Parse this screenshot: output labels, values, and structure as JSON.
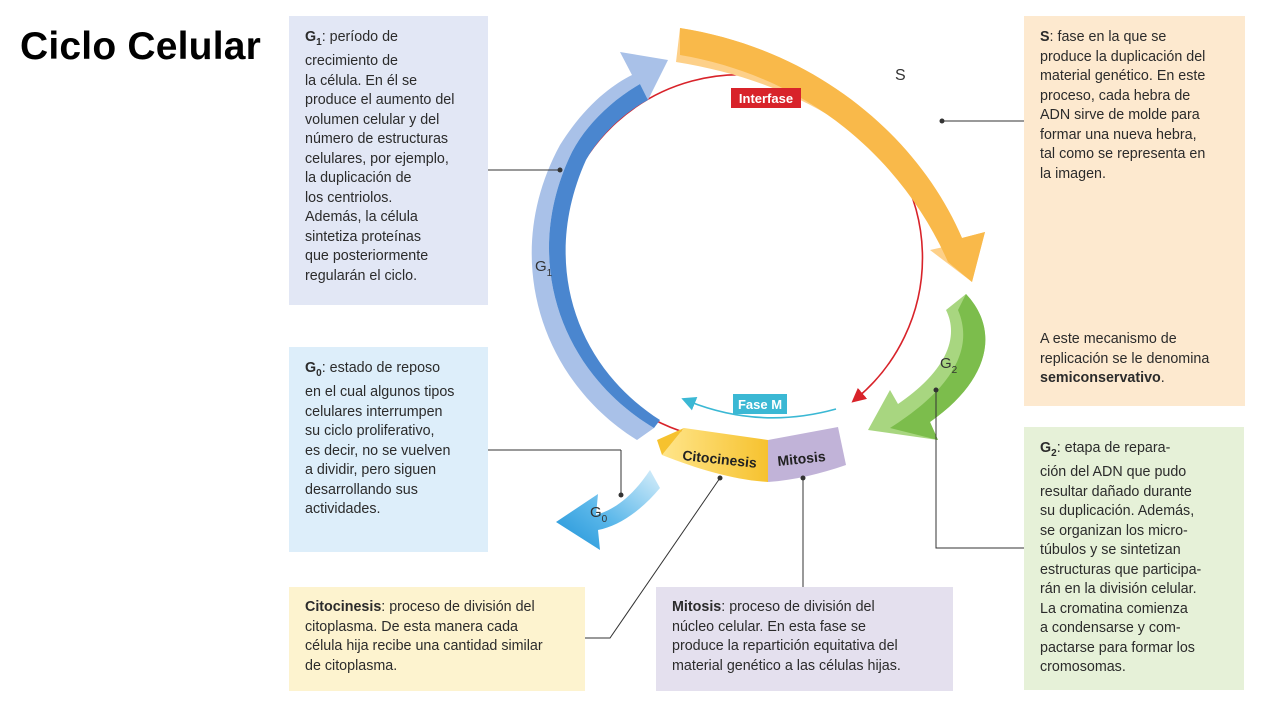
{
  "title": "Ciclo Celular",
  "diagram": {
    "interfase_label": "Interfase",
    "fase_m_label": "Fase M",
    "s_label": "S",
    "g1_label_main": "G",
    "g1_label_sub": "1",
    "g2_label_main": "G",
    "g2_label_sub": "2",
    "g0_label_main": "G",
    "g0_label_sub": "0",
    "citocinesis_label": "Citocinesis",
    "mitosis_label": "Mitosis",
    "colors": {
      "g1": "#8fb1e0",
      "s": "#fbbf57",
      "g2": "#8cc660",
      "g0": "#2d9fe0",
      "interfase": "#d8232a",
      "fase_m": "#3bb8d4",
      "citocinesis": "#f7c842",
      "mitosis": "#b9a7d0"
    }
  },
  "boxes": {
    "g1": {
      "term_main": "G",
      "term_sub": "1",
      "lines": [
        ": período de",
        "crecimiento de",
        "la célula. En él se",
        "produce el aumento del",
        "volumen celular y del",
        "número de estructuras",
        "celulares, por ejemplo,",
        "la duplicación de",
        "los centriolos.",
        "Además, la célula",
        "sintetiza proteínas",
        "que posteriormente",
        "regularán el ciclo."
      ]
    },
    "g0": {
      "term_main": "G",
      "term_sub": "0",
      "lines": [
        ": estado de reposo",
        "en el cual algunos tipos",
        "celulares interrumpen",
        "su ciclo proliferativo,",
        "es decir, no se vuelven",
        "a dividir, pero siguen",
        "desarrollando sus",
        "actividades."
      ]
    },
    "s": {
      "term": "S",
      "lines": [
        ": fase en la que se",
        "produce la duplicación del",
        "material genético. En este",
        "proceso, cada hebra de",
        "ADN sirve de molde para",
        "formar una nueva hebra,",
        "tal como se representa en",
        "la imagen."
      ],
      "bottom_lines": [
        "A este mecanismo de",
        "replicación se le denomina"
      ],
      "bottom_bold": "semiconservativo",
      "bottom_end": "."
    },
    "g2": {
      "term_main": "G",
      "term_sub": "2",
      "lines": [
        ": etapa de repara-",
        "ción del ADN que pudo",
        "resultar dañado durante",
        "su duplicación. Además,",
        "se organizan los micro-",
        "túbulos y se sintetizan",
        "estructuras que participa-",
        "rán en la división celular.",
        "La cromatina comienza",
        "a condensarse y com-",
        "pactarse para formar los",
        "cromosomas."
      ]
    },
    "citocinesis": {
      "term": "Citocinesis",
      "lines": [
        ": proceso de división del",
        "citoplasma. De esta manera cada",
        "célula hija recibe una cantidad similar",
        "de citoplasma."
      ]
    },
    "mitosis": {
      "term": "Mitosis",
      "lines": [
        ": proceso de división del",
        "núcleo celular. En esta fase se",
        "produce la repartición equitativa del",
        "material genético a las células hijas."
      ]
    }
  }
}
